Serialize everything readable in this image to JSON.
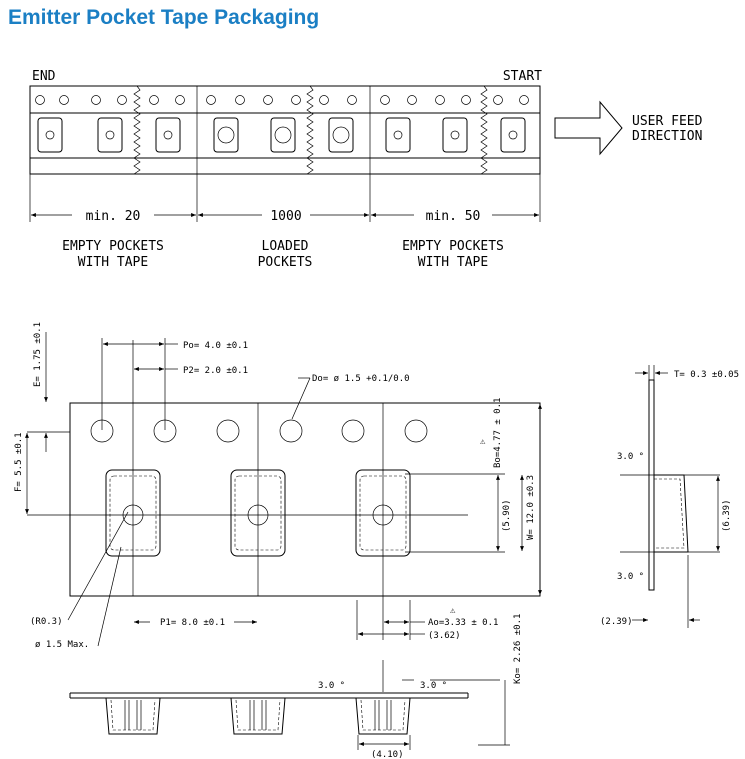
{
  "title": "Emitter Pocket Tape Packaging",
  "top_view": {
    "end_label": "END",
    "start_label": "START",
    "feed_direction": [
      "USER FEED",
      "DIRECTION"
    ],
    "dim_empty_end": "min. 20",
    "dim_loaded": "1000",
    "dim_empty_start": "min. 50",
    "section_empty_end": [
      "EMPTY POCKETS",
      "WITH TAPE"
    ],
    "section_loaded": [
      "LOADED",
      "POCKETS"
    ],
    "section_empty_start": [
      "EMPTY POCKETS",
      "WITH TAPE"
    ]
  },
  "detail_view": {
    "po": "Po= 4.0 ±0.1",
    "p2": "P2= 2.0 ±0.1",
    "do": "Do= ø 1.5 +0.1/0.0",
    "e": "E= 1.75 ±0.1",
    "f": "F= 5.5 ±0.1",
    "bo": "Bo=4.77 ± 0.1",
    "w": "W= 12.0 ±0.3",
    "inner_height": "(5.90)",
    "p1": "P1= 8.0 ±0.1",
    "ao": "Ao=3.33 ± 0.1",
    "outer_width": "(3.62)",
    "radius": "(R0.3)",
    "hole": "ø 1.5 Max.",
    "t": "T= 0.3 ±0.05",
    "side_height": "(6.39)",
    "side_depth": "(2.39)",
    "angle_top": "3.0 °",
    "angle_bottom": "3.0 °",
    "ko": "Ko= 2.26 ±0.1",
    "angle_left": "3.0 °",
    "angle_right": "3.0 °",
    "bottom_width": "(4.10)",
    "note_symbol": "⚠"
  }
}
